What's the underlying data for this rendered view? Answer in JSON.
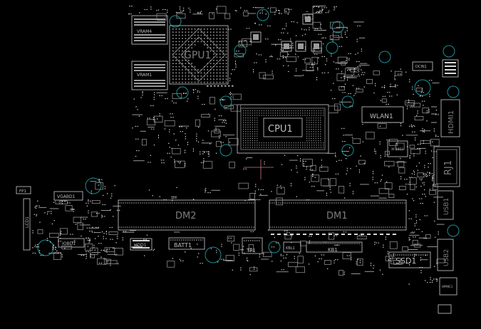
{
  "labels": {
    "gpu": "GPU1",
    "cpu": "CPU1",
    "vram_top": "VRAM4",
    "vram_bottom": "VRAM1",
    "wlan": "WLAN1",
    "hdmi": "HDMI1",
    "rj": "RJ1",
    "usb_top": "USB1",
    "usb_bottom": "USB2",
    "dcin": "DCIN1",
    "xf": "XF3902",
    "dm2": "DM2",
    "dm1": "DM1",
    "batt": "BATT1",
    "kb": "KB1",
    "ssd": "SSD1",
    "tp": "TP1",
    "kbl": "KBL1",
    "fp": "FP1",
    "lcd": "LCD1",
    "vgabd": "VGABD1",
    "iobd": "IOBD1",
    "hdd": "HDD1",
    "hpmic": "HPMIC1"
  },
  "colors": {
    "background": "#000000",
    "silkscreen": "#cfcfcf",
    "mounting_hole": "#1a8f96",
    "cursor": "#d27a7a"
  }
}
